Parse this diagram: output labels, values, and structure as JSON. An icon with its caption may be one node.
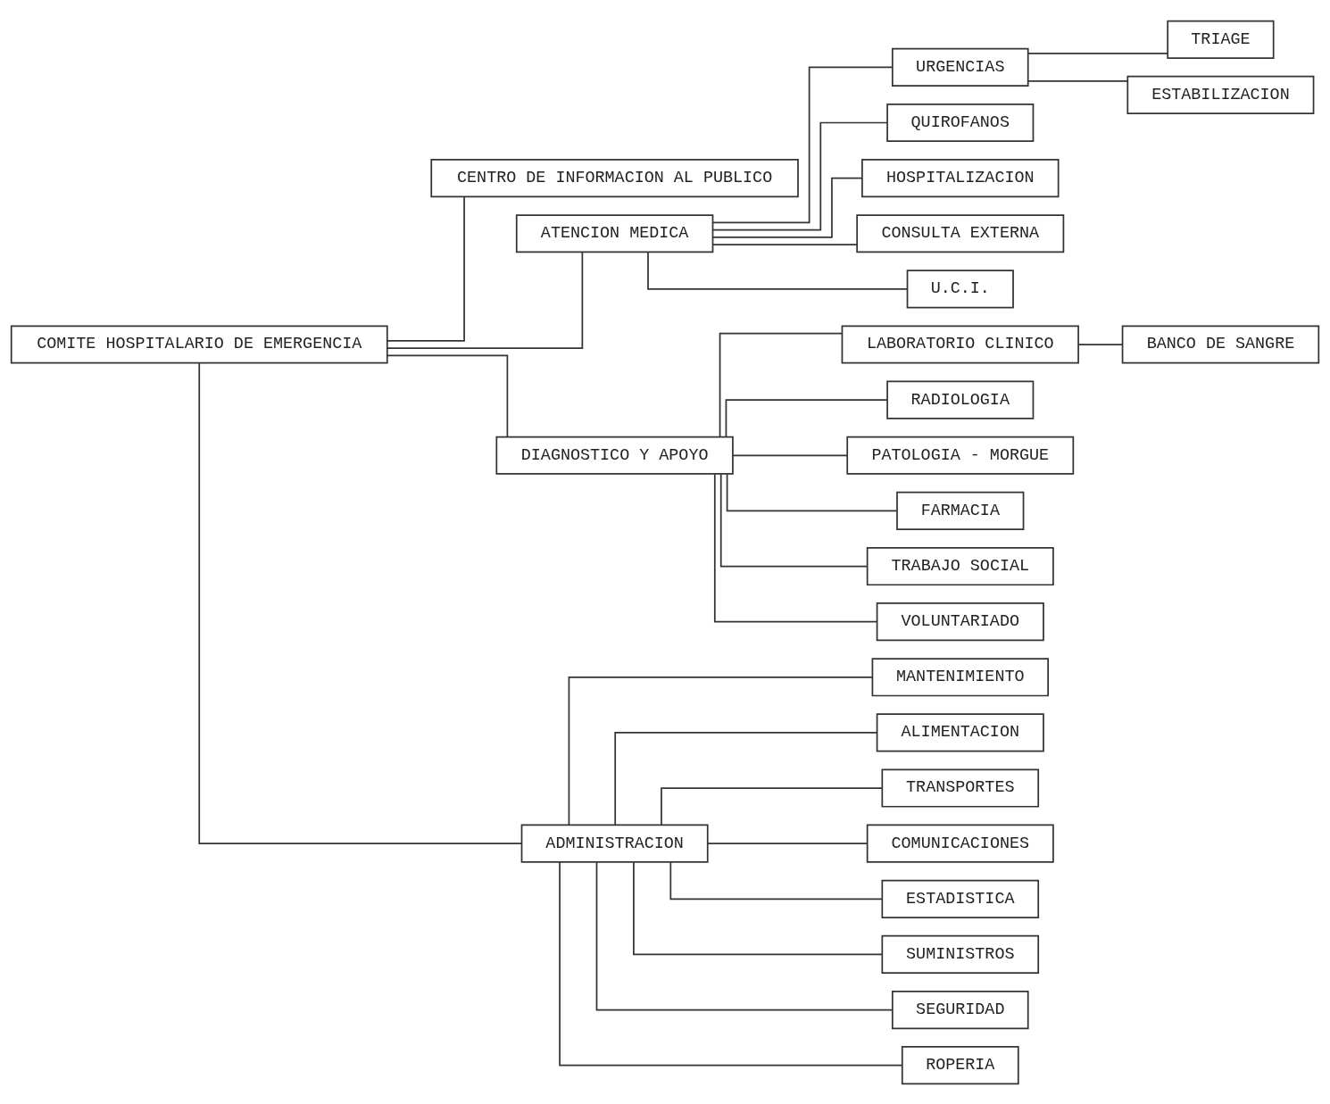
{
  "diagram": {
    "nodes": [
      {
        "text": [
          "COMITE HOSPITALARIO DE EMERGENCIA"
        ]
      },
      {
        "text": [
          "CENTRO DE INFORMACION AL PUBLICO"
        ]
      },
      {
        "text": [
          "ATENCION MEDICA"
        ]
      },
      {
        "text": [
          "DIAGNOSTICO Y APOYO"
        ]
      },
      {
        "text": [
          "ADMINISTRACION"
        ]
      },
      {
        "text": [
          "URGENCIAS"
        ]
      },
      {
        "text": [
          "TRIAGE"
        ]
      },
      {
        "text": [
          "ESTABILIZACION"
        ]
      },
      {
        "text": [
          "QUIROFANOS"
        ]
      },
      {
        "text": [
          "HOSPITALIZACION"
        ]
      },
      {
        "text": [
          "CONSULTA EXTERNA"
        ]
      },
      {
        "text": [
          "U.C.I."
        ]
      },
      {
        "text": [
          "LABORATORIO CLINICO"
        ]
      },
      {
        "text": [
          "BANCO DE SANGRE"
        ]
      },
      {
        "text": [
          "RADIOLOGIA"
        ]
      },
      {
        "text": [
          "PATOLOGIA - MORGUE"
        ]
      },
      {
        "text": [
          "FARMACIA"
        ]
      },
      {
        "text": [
          "TRABAJO SOCIAL"
        ]
      },
      {
        "text": [
          "VOLUNTARIADO"
        ]
      },
      {
        "text": [
          "MANTENIMIENTO"
        ]
      },
      {
        "text": [
          "ALIMENTACION"
        ]
      },
      {
        "text": [
          "TRANSPORTES"
        ]
      },
      {
        "text": [
          "COMUNICACIONES"
        ]
      },
      {
        "text": [
          "ESTADISTICA"
        ]
      },
      {
        "text": [
          "SUMINISTROS"
        ]
      },
      {
        "text": [
          "SEGURIDAD"
        ]
      },
      {
        "text": [
          "ROPERIA"
        ]
      }
    ],
    "edges": [
      {
        "from": 0,
        "to": 1,
        "arrow": "none"
      },
      {
        "from": 0,
        "to": 2,
        "arrow": "none"
      },
      {
        "from": 0,
        "to": 3,
        "arrow": "none"
      },
      {
        "from": 0,
        "to": 4,
        "arrow": "none"
      },
      {
        "from": 2,
        "to": 5,
        "arrow": "none"
      },
      {
        "from": 5,
        "to": 6,
        "arrow": "none"
      },
      {
        "from": 5,
        "to": 7,
        "arrow": "none"
      },
      {
        "from": 2,
        "to": 8,
        "arrow": "none"
      },
      {
        "from": 2,
        "to": 9,
        "arrow": "none"
      },
      {
        "from": 2,
        "to": 10,
        "arrow": "none"
      },
      {
        "from": 2,
        "to": 11,
        "arrow": "none"
      },
      {
        "from": 3,
        "to": 12,
        "arrow": "none"
      },
      {
        "from": 12,
        "to": 13,
        "arrow": "none"
      },
      {
        "from": 3,
        "to": 14,
        "arrow": "none"
      },
      {
        "from": 3,
        "to": 15,
        "arrow": "none"
      },
      {
        "from": 3,
        "to": 16,
        "arrow": "none"
      },
      {
        "from": 3,
        "to": 17,
        "arrow": "none"
      },
      {
        "from": 3,
        "to": 18,
        "arrow": "none"
      },
      {
        "from": 4,
        "to": 19,
        "arrow": "none"
      },
      {
        "from": 4,
        "to": 20,
        "arrow": "none"
      },
      {
        "from": 4,
        "to": 21,
        "arrow": "none"
      },
      {
        "from": 4,
        "to": 22,
        "arrow": "none"
      },
      {
        "from": 4,
        "to": 23,
        "arrow": "none"
      },
      {
        "from": 4,
        "to": 24,
        "arrow": "none"
      },
      {
        "from": 4,
        "to": 25,
        "arrow": "none"
      },
      {
        "from": 4,
        "to": 26,
        "arrow": "none"
      }
    ]
  }
}
